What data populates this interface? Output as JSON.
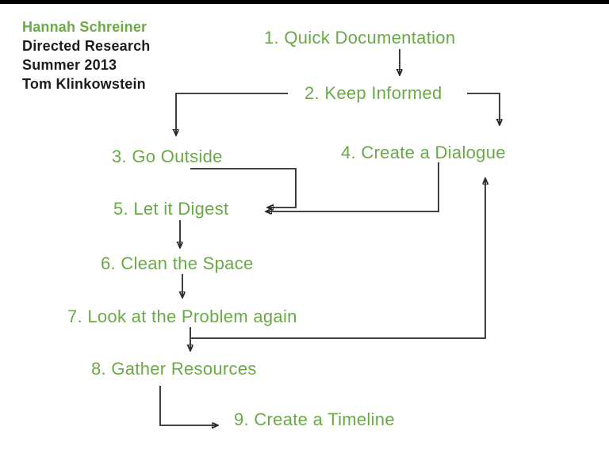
{
  "slide": {
    "colors": {
      "background": "#ffffff",
      "top_bar": "#000000",
      "accent_green": "#69aa46",
      "text_black": "#1c1c1c",
      "arrow": "#2a2a2a"
    },
    "header": {
      "author": "Hannah Schreiner",
      "course": "Directed Research",
      "term": "Summer 2013",
      "instructor": "Tom Klinkowstein"
    },
    "steps": [
      {
        "label": "1. Quick Documentation"
      },
      {
        "label": "2. Keep Informed"
      },
      {
        "label": "3. Go Outside"
      },
      {
        "label": "4. Create a Dialogue"
      },
      {
        "label": "5. Let it Digest"
      },
      {
        "label": "6. Clean the Space"
      },
      {
        "label": "7. Look at the Problem again"
      },
      {
        "label": "8. Gather Resources"
      },
      {
        "label": "9. Create a Timeline"
      }
    ],
    "connections": [
      {
        "from": "1. Quick Documentation",
        "to": "2. Keep Informed"
      },
      {
        "from": "2. Keep Informed",
        "to": "3. Go Outside"
      },
      {
        "from": "2. Keep Informed",
        "to": "4. Create a Dialogue"
      },
      {
        "from": "3. Go Outside",
        "to": "5. Let it Digest"
      },
      {
        "from": "4. Create a Dialogue",
        "to": "5. Let it Digest"
      },
      {
        "from": "5. Let it Digest",
        "to": "6. Clean the Space"
      },
      {
        "from": "6. Clean the Space",
        "to": "7. Look at the Problem again"
      },
      {
        "from": "7. Look at the Problem again",
        "to": "8. Gather Resources"
      },
      {
        "from": "7. Look at the Problem again",
        "to": "4. Create a Dialogue"
      },
      {
        "from": "8. Gather Resources",
        "to": "9. Create a Timeline"
      }
    ]
  }
}
